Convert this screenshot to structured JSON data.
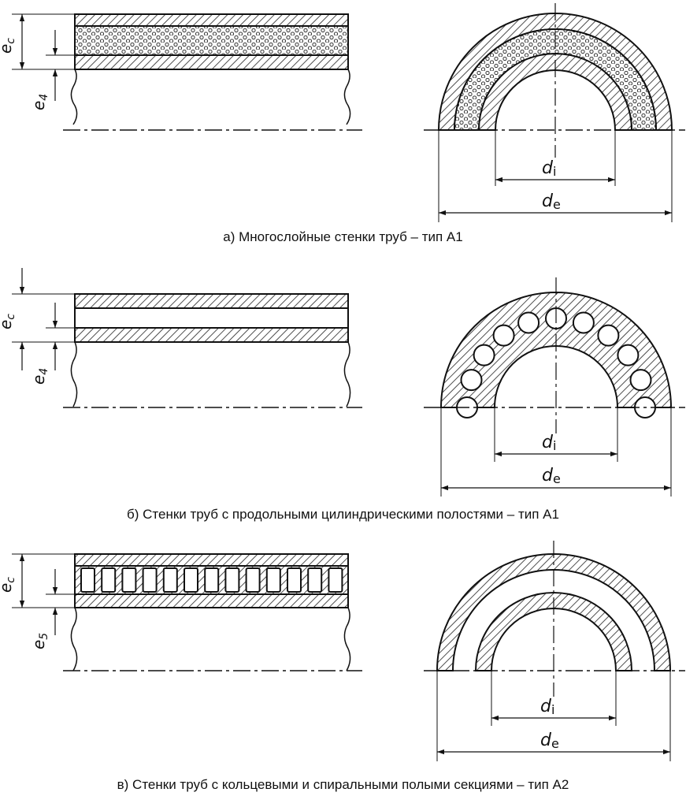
{
  "panels": [
    {
      "id": "a",
      "caption": "а) Многослойные стенки труб – тип А1",
      "side_labels": [
        "e",
        "c",
        "e",
        "4"
      ],
      "diameter_labels": [
        "d",
        "i",
        "d",
        "e"
      ]
    },
    {
      "id": "b",
      "caption": "б) Стенки труб с продольными цилиндрическими полостями – тип А1",
      "side_labels": [
        "e",
        "c",
        "e",
        "4"
      ],
      "diameter_labels": [
        "d",
        "i",
        "d",
        "e"
      ]
    },
    {
      "id": "c",
      "caption": "в) Стенки труб с кольцевыми и спиральными полыми секциями – тип А2",
      "side_labels": [
        "e",
        "c",
        "e",
        "5"
      ],
      "diameter_labels": [
        "d",
        "i",
        "d",
        "e"
      ]
    }
  ]
}
